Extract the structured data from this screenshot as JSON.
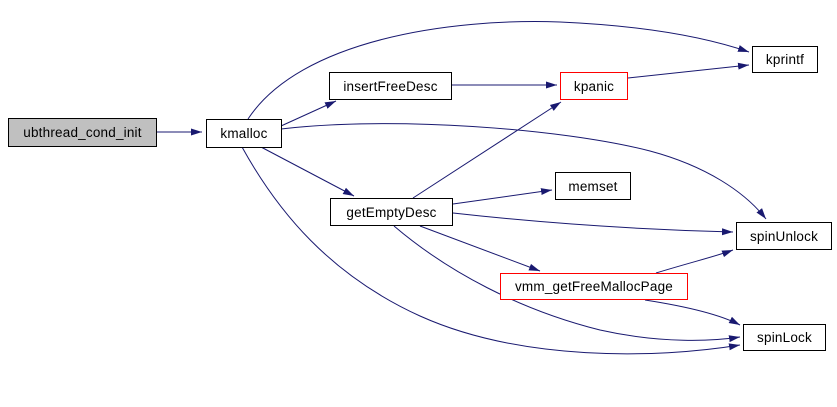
{
  "diagram": {
    "kind": "function-call-graph",
    "root": "ubthread_cond_init",
    "nodes": [
      {
        "id": "ubthread_cond_init",
        "label": "ubthread_cond_init",
        "style": "focus"
      },
      {
        "id": "kmalloc",
        "label": "kmalloc",
        "style": "normal"
      },
      {
        "id": "insertFreeDesc",
        "label": "insertFreeDesc",
        "style": "normal"
      },
      {
        "id": "kpanic",
        "label": "kpanic",
        "style": "alert"
      },
      {
        "id": "kprintf",
        "label": "kprintf",
        "style": "normal"
      },
      {
        "id": "getEmptyDesc",
        "label": "getEmptyDesc",
        "style": "normal"
      },
      {
        "id": "memset",
        "label": "memset",
        "style": "normal"
      },
      {
        "id": "spinUnlock",
        "label": "spinUnlock",
        "style": "normal"
      },
      {
        "id": "vmm_getFreeMallocPage",
        "label": "vmm_getFreeMallocPage",
        "style": "alert"
      },
      {
        "id": "spinLock",
        "label": "spinLock",
        "style": "normal"
      }
    ],
    "edges": [
      {
        "from": "ubthread_cond_init",
        "to": "kmalloc"
      },
      {
        "from": "kmalloc",
        "to": "insertFreeDesc"
      },
      {
        "from": "kmalloc",
        "to": "kprintf"
      },
      {
        "from": "kmalloc",
        "to": "getEmptyDesc"
      },
      {
        "from": "kmalloc",
        "to": "spinUnlock"
      },
      {
        "from": "kmalloc",
        "to": "spinLock"
      },
      {
        "from": "insertFreeDesc",
        "to": "kpanic"
      },
      {
        "from": "kpanic",
        "to": "kprintf"
      },
      {
        "from": "getEmptyDesc",
        "to": "memset"
      },
      {
        "from": "getEmptyDesc",
        "to": "kpanic"
      },
      {
        "from": "getEmptyDesc",
        "to": "vmm_getFreeMallocPage"
      },
      {
        "from": "getEmptyDesc",
        "to": "spinUnlock"
      },
      {
        "from": "getEmptyDesc",
        "to": "spinLock"
      },
      {
        "from": "vmm_getFreeMallocPage",
        "to": "spinUnlock"
      },
      {
        "from": "vmm_getFreeMallocPage",
        "to": "spinLock"
      }
    ]
  },
  "colors": {
    "background": "#ffffff",
    "edge": "#191970",
    "node_border": "#000000",
    "alert_border": "#ff0000",
    "node_fill": "#ffffff",
    "focus_fill": "#c0c0c0",
    "text": "#000000"
  }
}
